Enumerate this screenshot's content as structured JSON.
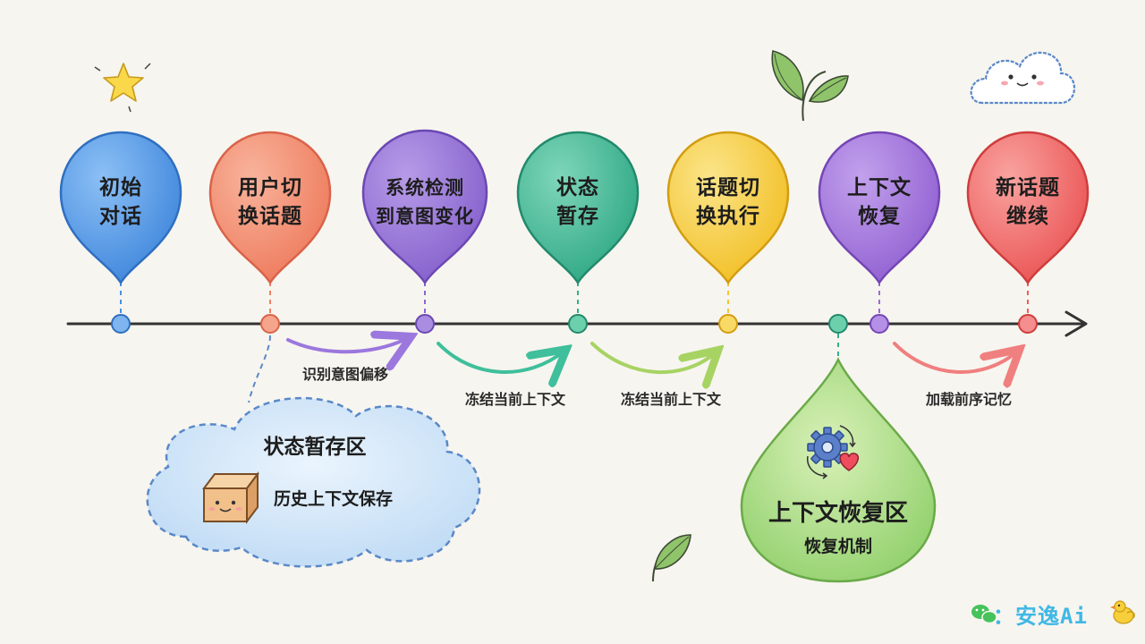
{
  "steps": [
    {
      "line1": "初始",
      "line2": "对话",
      "color": "#4a90e2"
    },
    {
      "line1": "用户切",
      "line2": "换话题",
      "color": "#f08060"
    },
    {
      "line1": "系统检测",
      "line2": "到意图变化",
      "color": "#8b66d1"
    },
    {
      "line1": "状态",
      "line2": "暂存",
      "color": "#33b08c"
    },
    {
      "line1": "话题切",
      "line2": "换执行",
      "color": "#f4c530"
    },
    {
      "line1": "上下文",
      "line2": "恢复",
      "color": "#9b6ad6"
    },
    {
      "line1": "新话题",
      "line2": "继续",
      "color": "#ef5d5d"
    }
  ],
  "edges": [
    {
      "label": "识别意图偏移"
    },
    {
      "label": "冻结当前上下文"
    },
    {
      "label": "冻结当前上下文"
    },
    {
      "label": "加载前序记忆"
    }
  ],
  "storage_cloud": {
    "title": "状态暂存区",
    "subtitle": "历史上下文保存"
  },
  "restore_drop": {
    "title": "上下文恢复区",
    "subtitle": "恢复机制"
  },
  "watermark": {
    "brand": "：安逸Ai"
  }
}
